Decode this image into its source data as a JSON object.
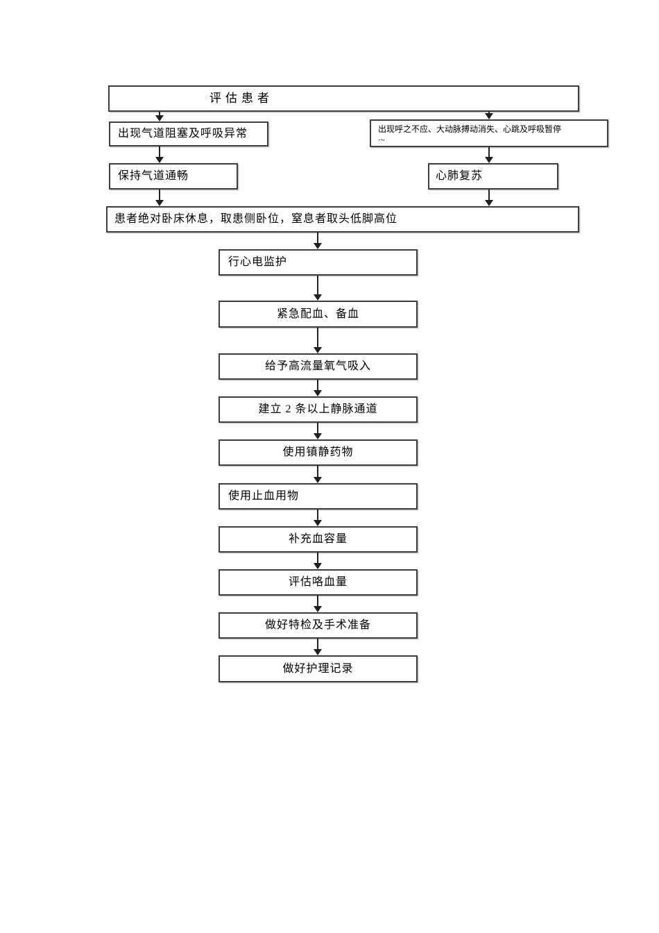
{
  "document": {
    "type": "nursing-emergency-flowchart",
    "background_color": "#ffffff",
    "border_color": "#3d3d3d",
    "text_color": "#000000"
  },
  "flowchart": {
    "nodes": {
      "assess": {
        "label": "评估患者"
      },
      "airway_obstruction": {
        "label": "出现气道阻塞及呼吸异常"
      },
      "unresponsive": {
        "label": "出现呼之不应、大动脉搏动消失、心跳及呼吸暂停",
        "label_line2": "·~"
      },
      "keep_airway": {
        "label": "保持气道通畅"
      },
      "cpr": {
        "label": "心肺复苏"
      },
      "bed_rest": {
        "label": "患者绝对卧床休息，取患侧卧位，窒息者取头低脚高位"
      },
      "ecg_monitor": {
        "label": "行心电监护"
      },
      "blood_match": {
        "label": "紧急配血、备血"
      },
      "oxygen": {
        "label": "给予高流量氧气吸入"
      },
      "iv_access": {
        "label": "建立 2 条以上静脉通道"
      },
      "sedative": {
        "label": "使用镇静药物"
      },
      "hemostatic": {
        "label": "使用止血用物"
      },
      "blood_volume": {
        "label": "补充血容量"
      },
      "hemoptysis_assess": {
        "label": "评估咯血量"
      },
      "exam_prep": {
        "label": "做好特检及手术准备"
      },
      "nursing_record": {
        "label": "做好护理记录"
      }
    },
    "edges": [
      [
        "assess",
        "airway_obstruction"
      ],
      [
        "assess",
        "unresponsive"
      ],
      [
        "airway_obstruction",
        "keep_airway"
      ],
      [
        "unresponsive",
        "cpr"
      ],
      [
        "keep_airway",
        "bed_rest"
      ],
      [
        "cpr",
        "bed_rest"
      ],
      [
        "bed_rest",
        "ecg_monitor"
      ],
      [
        "ecg_monitor",
        "blood_match"
      ],
      [
        "blood_match",
        "oxygen"
      ],
      [
        "oxygen",
        "iv_access"
      ],
      [
        "iv_access",
        "sedative"
      ],
      [
        "sedative",
        "hemostatic"
      ],
      [
        "hemostatic",
        "blood_volume"
      ],
      [
        "blood_volume",
        "hemoptysis_assess"
      ],
      [
        "hemoptysis_assess",
        "exam_prep"
      ],
      [
        "exam_prep",
        "nursing_record"
      ]
    ]
  }
}
